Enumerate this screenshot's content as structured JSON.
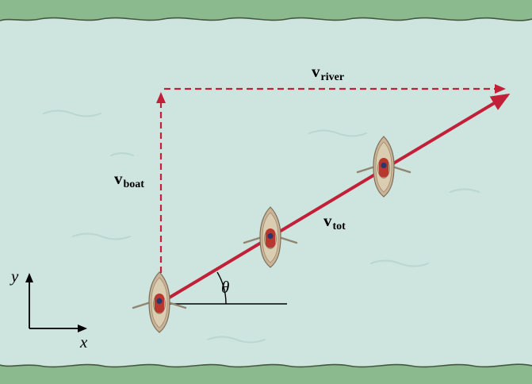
{
  "figure": {
    "description": "Vector diagram of a boat crossing a river: the boat's velocity across the river adds to the river current's velocity to give the total velocity at angle theta above the bank direction"
  },
  "labels": {
    "v_boat": {
      "symbol": "v",
      "subscript": "boat"
    },
    "v_river": {
      "symbol": "v",
      "subscript": "river"
    },
    "v_tot": {
      "symbol": "v",
      "subscript": "tot"
    },
    "angle": "θ",
    "axis_x": "x",
    "axis_y": "y"
  },
  "boats": {
    "count": 3
  },
  "colors": {
    "water": "#cde4df",
    "bank": "#8bba8e",
    "bank-line": "#45573f",
    "arrow": "#c22038",
    "ripple": "#b9d6cf",
    "boat-hull": "#c9b499",
    "text": "#000000"
  }
}
